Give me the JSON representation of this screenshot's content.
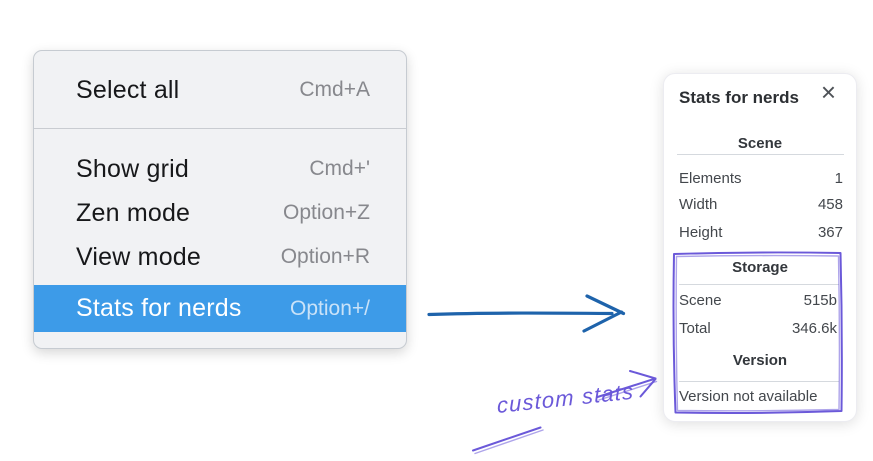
{
  "colors": {
    "menu_highlight": "#3d9be8",
    "highlight_shortcut": "#c9e2f8",
    "arrow_blue": "#1e63ab",
    "annotation_purple": "#6b59d9"
  },
  "context_menu": {
    "items": [
      {
        "label": "Select all",
        "shortcut": "Cmd+A",
        "highlighted": false
      },
      {
        "label": "Show grid",
        "shortcut": "Cmd+'",
        "highlighted": false
      },
      {
        "label": "Zen mode",
        "shortcut": "Option+Z",
        "highlighted": false
      },
      {
        "label": "View mode",
        "shortcut": "Option+R",
        "highlighted": false
      },
      {
        "label": "Stats for nerds",
        "shortcut": "Option+/",
        "highlighted": true
      }
    ]
  },
  "stats_panel": {
    "title": "Stats for nerds",
    "close_icon": "×",
    "scene_section": {
      "title": "Scene",
      "rows": [
        {
          "label": "Elements",
          "value": "1"
        },
        {
          "label": "Width",
          "value": "458"
        },
        {
          "label": "Height",
          "value": "367"
        }
      ]
    },
    "storage_section": {
      "title": "Storage",
      "rows": [
        {
          "label": "Scene",
          "value": "515b"
        },
        {
          "label": "Total",
          "value": "346.6k"
        }
      ]
    },
    "version_section": {
      "title": "Version",
      "message": "Version not available"
    }
  },
  "annotation": {
    "label": "custom stats"
  }
}
